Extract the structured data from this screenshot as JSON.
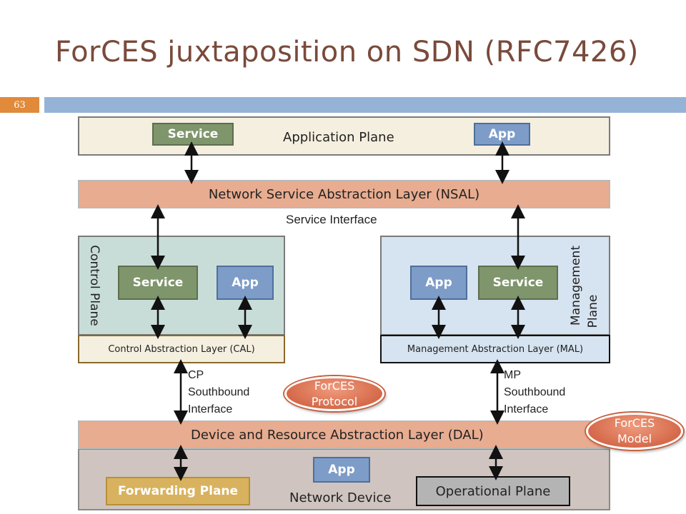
{
  "title": "ForCES juxtaposition on SDN (RFC7426)",
  "slide_number": "63",
  "application_plane": {
    "label": "Application Plane",
    "service": "Service",
    "app": "App"
  },
  "nsal": {
    "label": "Network Service Abstraction Layer (NSAL)"
  },
  "service_interface": "Service Interface",
  "control_plane": {
    "label": "Control Plane",
    "service": "Service",
    "app": "App",
    "cal": "Control Abstraction Layer (CAL)"
  },
  "management_plane": {
    "label_line1": "Management",
    "label_line2": "Plane",
    "app": "App",
    "service": "Service",
    "mal": "Management Abstraction Layer (MAL)"
  },
  "cp_southbound": {
    "line1": "CP",
    "line2": "Southbound",
    "line3": "Interface"
  },
  "mp_southbound": {
    "line1": "MP",
    "line2": "Southbound",
    "line3": "Interface"
  },
  "forces_protocol": {
    "line1": "ForCES",
    "line2": "Protocol"
  },
  "forces_model": {
    "line1": "ForCES",
    "line2": "Model"
  },
  "dal": {
    "label": "Device and Resource Abstraction Layer (DAL)"
  },
  "network_device": {
    "label": "Network Device",
    "app": "App",
    "forwarding_plane": "Forwarding Plane",
    "operational_plane": "Operational Plane"
  },
  "colors": {
    "title": "#7a4a3b",
    "accent_bar": "#95b3d7",
    "slide_number_bg": "#e08a3a",
    "application_plane_bg": "#f5efe0",
    "layer_orange": "#e8ac90",
    "control_plane_bg": "#c9ddd8",
    "management_plane_bg": "#d6e3f0",
    "service_green": "#7f956b",
    "app_blue": "#7d9cc8",
    "network_device_bg": "#cfc4bf",
    "forwarding_plane": "#d8b25e",
    "operational_plane": "#b4b4b4"
  }
}
